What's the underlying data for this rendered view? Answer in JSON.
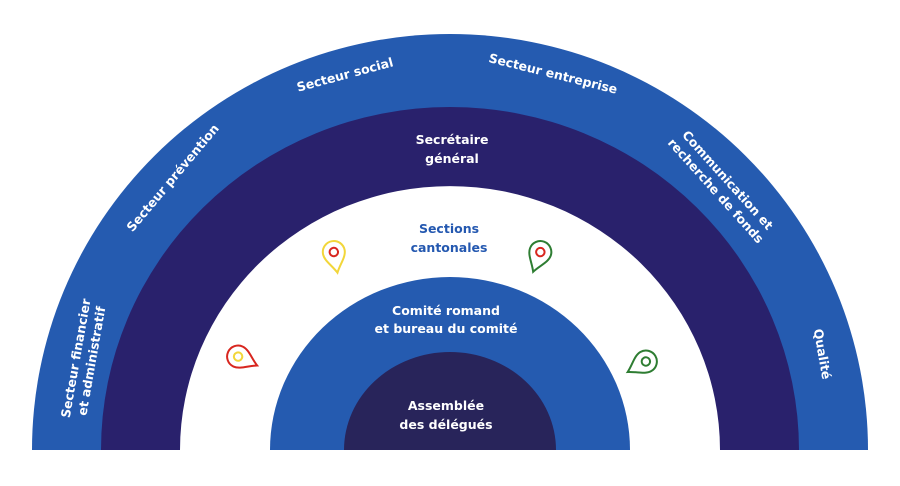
{
  "colors": {
    "outer_band": "#255bb0",
    "dark_band": "#29216c",
    "inner_band": "#255bb0",
    "core": "#28245a",
    "white_band": "#ffffff",
    "sections_text": "#2458b0",
    "pin_yellow": "#f2d63a",
    "pin_red": "#d8261f",
    "pin_green": "#2e7d32"
  },
  "outer_ring": {
    "labels": [
      {
        "id": "financier",
        "lines": [
          "Secteur financier",
          "et administratif"
        ]
      },
      {
        "id": "prevention",
        "lines": [
          "Secteur prévention"
        ]
      },
      {
        "id": "social",
        "lines": [
          "Secteur social"
        ]
      },
      {
        "id": "entreprise",
        "lines": [
          "Secteur entreprise"
        ]
      },
      {
        "id": "communication",
        "lines": [
          "Communication et",
          "recherche de fonds"
        ]
      },
      {
        "id": "qualite",
        "lines": [
          "Qualité"
        ]
      }
    ]
  },
  "secretary_ring": {
    "lines": [
      "Secrétaire",
      "général"
    ]
  },
  "sections_ring": {
    "lines": [
      "Sections",
      "cantonales"
    ]
  },
  "committee_ring": {
    "lines": [
      "Comité romand",
      "et bureau du comité"
    ]
  },
  "core": {
    "lines": [
      "Assemblée",
      "des délégués"
    ]
  },
  "pins": [
    {
      "name": "pin-yellow-red",
      "outline": "yellow",
      "dot": "red"
    },
    {
      "name": "pin-green-red",
      "outline": "green",
      "dot": "red"
    },
    {
      "name": "pin-red-yellow",
      "outline": "red",
      "dot": "yellow"
    },
    {
      "name": "pin-green-green",
      "outline": "green",
      "dot": "green"
    }
  ]
}
